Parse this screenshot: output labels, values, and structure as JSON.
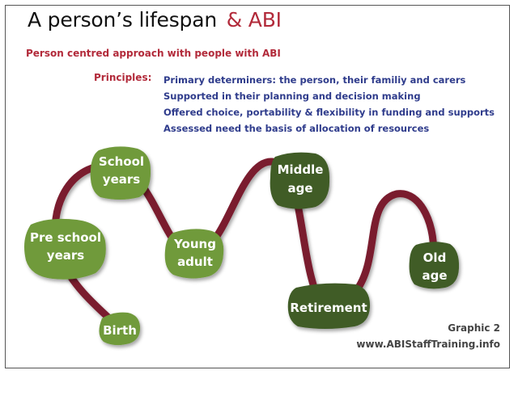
{
  "title": {
    "main": "A person’s lifespan",
    "accent": "& ABI"
  },
  "subtitle": "Person centred approach with people with ABI",
  "principles": {
    "label": "Principles:",
    "items": [
      "Primary determiners: the person, their familiy and carers",
      "Supported in their planning and decision making",
      "Offered choice, portability & flexibility in funding and supports",
      "Assessed need the basis of allocation of resources"
    ]
  },
  "stages": [
    {
      "lines": [
        "Birth"
      ]
    },
    {
      "lines": [
        "Pre school",
        "years"
      ]
    },
    {
      "lines": [
        "School",
        "years"
      ]
    },
    {
      "lines": [
        "Young",
        "adult"
      ]
    },
    {
      "lines": [
        "Middle",
        "age"
      ]
    },
    {
      "lines": [
        "Retirement"
      ]
    },
    {
      "lines": [
        "Old",
        "age"
      ]
    }
  ],
  "credit": {
    "graphic": "Graphic 2",
    "url": "www.ABIStaffTraining.info"
  },
  "colors": {
    "path": "#7a1a2e",
    "stage_light": "#6f9a3a",
    "stage_dark": "#3f5c26",
    "accent": "#b22a3a",
    "principles_text": "#2f3c8c"
  }
}
